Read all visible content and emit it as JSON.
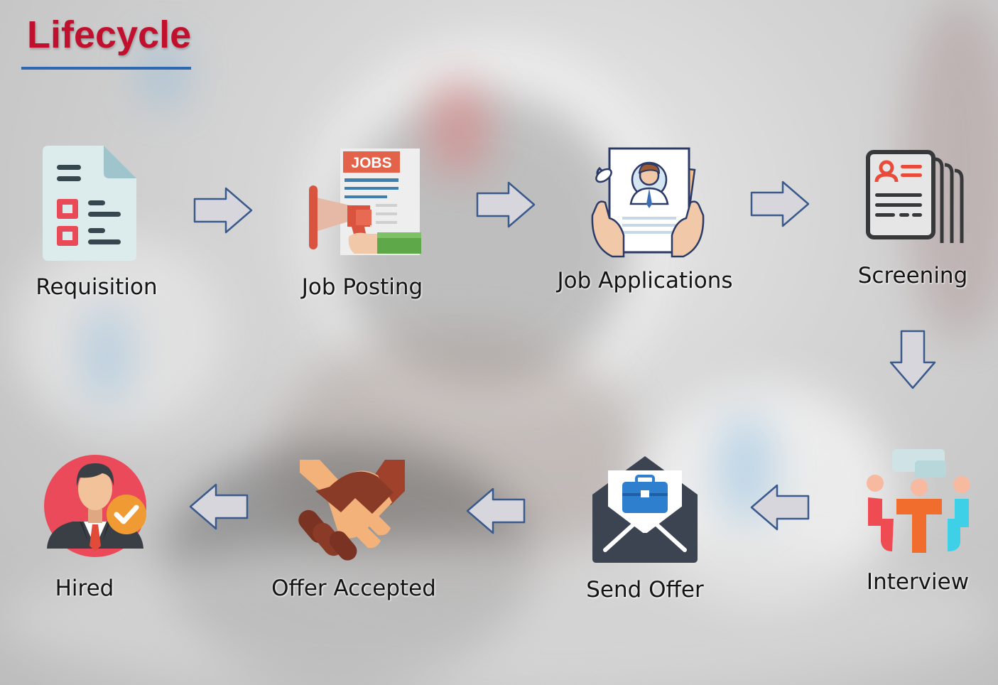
{
  "title": "Lifecycle",
  "colors": {
    "title": "#c0102e",
    "rule": "#2e68b1",
    "arrow_fill": "#d6d6dc",
    "arrow_stroke": "#3a5a8c"
  },
  "steps": [
    {
      "label": "Requisition",
      "icon": "document-checklist-icon"
    },
    {
      "label": "Job Posting",
      "icon": "megaphone-jobs-icon"
    },
    {
      "label": "Job Applications",
      "icon": "resume-in-hands-icon"
    },
    {
      "label": "Screening",
      "icon": "stacked-resumes-icon"
    },
    {
      "label": "Interview",
      "icon": "people-conversation-icon"
    },
    {
      "label": "Send Offer",
      "icon": "envelope-briefcase-icon"
    },
    {
      "label": "Offer Accepted",
      "icon": "handshake-icon"
    },
    {
      "label": "Hired",
      "icon": "hired-person-check-icon"
    }
  ]
}
